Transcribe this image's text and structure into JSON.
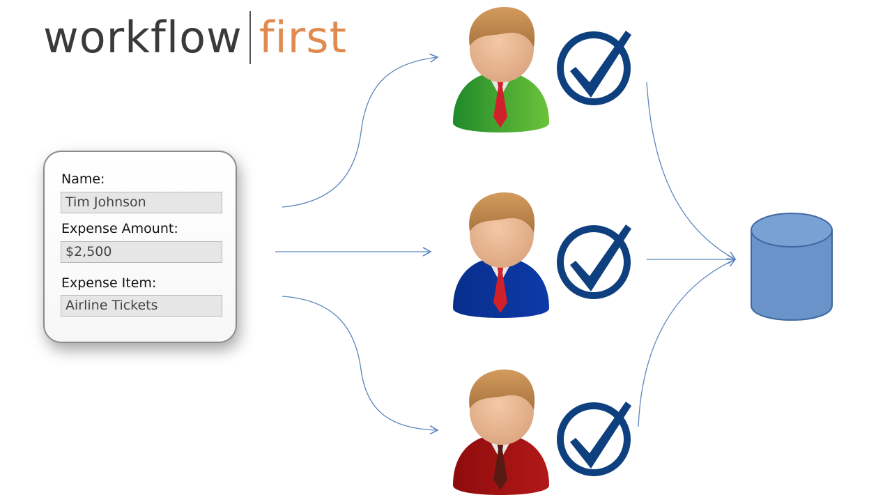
{
  "logo": {
    "word1": "workflow",
    "word2": "first"
  },
  "form": {
    "name_label": "Name:",
    "name_value": "Tim Johnson",
    "amount_label": "Expense Amount:",
    "amount_value": "$2,500",
    "item_label": "Expense Item:",
    "item_value": "Airline Tickets"
  },
  "approvers": [
    {
      "role": "approver-green",
      "suit_color": "#3a9a35",
      "tie_color": "#d0202a",
      "approved": true
    },
    {
      "role": "approver-blue",
      "suit_color": "#0a3aa0",
      "tie_color": "#d0202a",
      "approved": true
    },
    {
      "role": "approver-red",
      "suit_color": "#a01010",
      "tie_color": "#5a1a14",
      "approved": true
    }
  ],
  "colors": {
    "arrow": "#5a86bd",
    "check": "#0e3f7e",
    "database": "#6a93c9",
    "logo_dark": "#3a3a3a",
    "logo_accent": "#e08a4f"
  }
}
